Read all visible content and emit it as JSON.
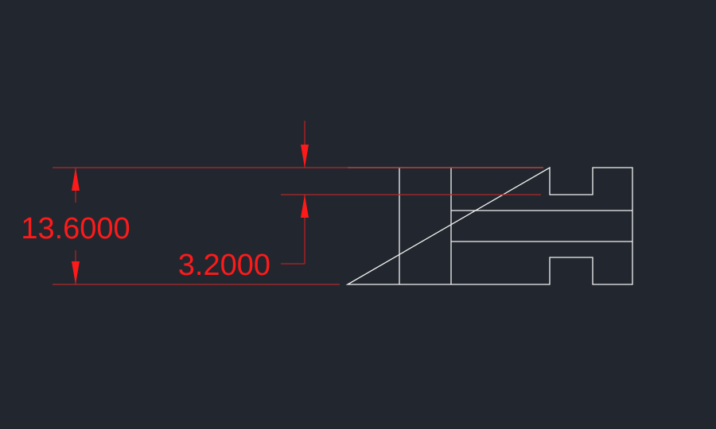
{
  "drawing": {
    "dimensions": [
      {
        "label": "13.6000",
        "value": 13.6,
        "orientation": "vertical"
      },
      {
        "label": "3.2000",
        "value": 3.2,
        "orientation": "vertical"
      }
    ],
    "colors": {
      "background": "#22272f",
      "geometry": "#ffffff",
      "dimension": "#ff1a1a",
      "extension": "#b02a2a"
    }
  }
}
